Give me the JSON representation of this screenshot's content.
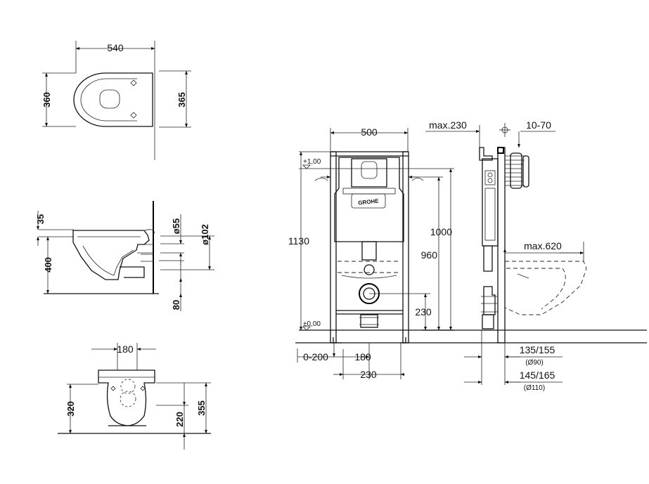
{
  "top_view": {
    "width": "540",
    "depth_left": "360",
    "depth_right": "365"
  },
  "side_view": {
    "rim": "35",
    "height": "400",
    "pipe_small": "ø55",
    "pipe_large": "ø102",
    "outlet": "80"
  },
  "front_view": {
    "width": "180",
    "height_left": "320",
    "height_right_inner": "220",
    "height_right_outer": "355"
  },
  "frame_front": {
    "width": "500",
    "level_top": "+1,00",
    "level_bottom": "±0,00",
    "height_total": "1130",
    "height_1000": "1000",
    "height_960": "960",
    "height_230": "230",
    "adjust": "0-200",
    "offset_180": "180",
    "offset_230": "230",
    "brand": "GROHE"
  },
  "frame_side": {
    "max_depth": "max.230",
    "wall_range": "10-70",
    "bowl_max": "max.620",
    "d1": "135/155",
    "d1_sub": "(Ø90)",
    "d2": "145/165",
    "d2_sub": "(Ø110)"
  }
}
